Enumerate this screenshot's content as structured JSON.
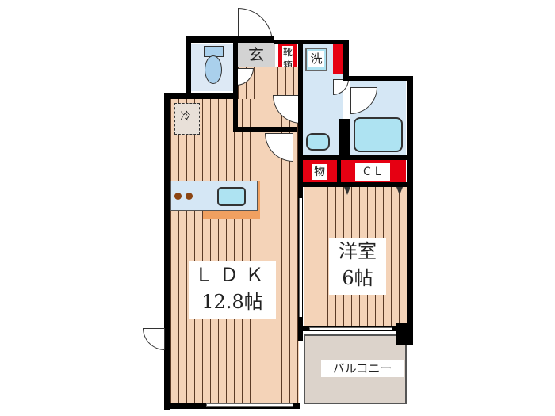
{
  "floorplan": {
    "rooms": {
      "ldk": {
        "name": "ＬＤＫ",
        "size": "12.8帖"
      },
      "bedroom": {
        "name": "洋室",
        "size": "6帖"
      },
      "balcony": {
        "name": "バルコニー"
      },
      "entrance": {
        "name": "玄"
      },
      "shoe_box": {
        "name": "靴箱"
      },
      "washer": {
        "name": "洗"
      },
      "fridge": {
        "name": "冷"
      },
      "storage": {
        "name": "物"
      },
      "closet": {
        "name": "ＣＬ"
      }
    },
    "colors": {
      "wall": "#000000",
      "flooring": "#f4d3b8",
      "wet_area": "#d5e7f5",
      "storage_red": "#e60012",
      "balcony": "#dcd3cb",
      "counter": "#f0a060",
      "stove_burner": "#8b4513"
    }
  }
}
